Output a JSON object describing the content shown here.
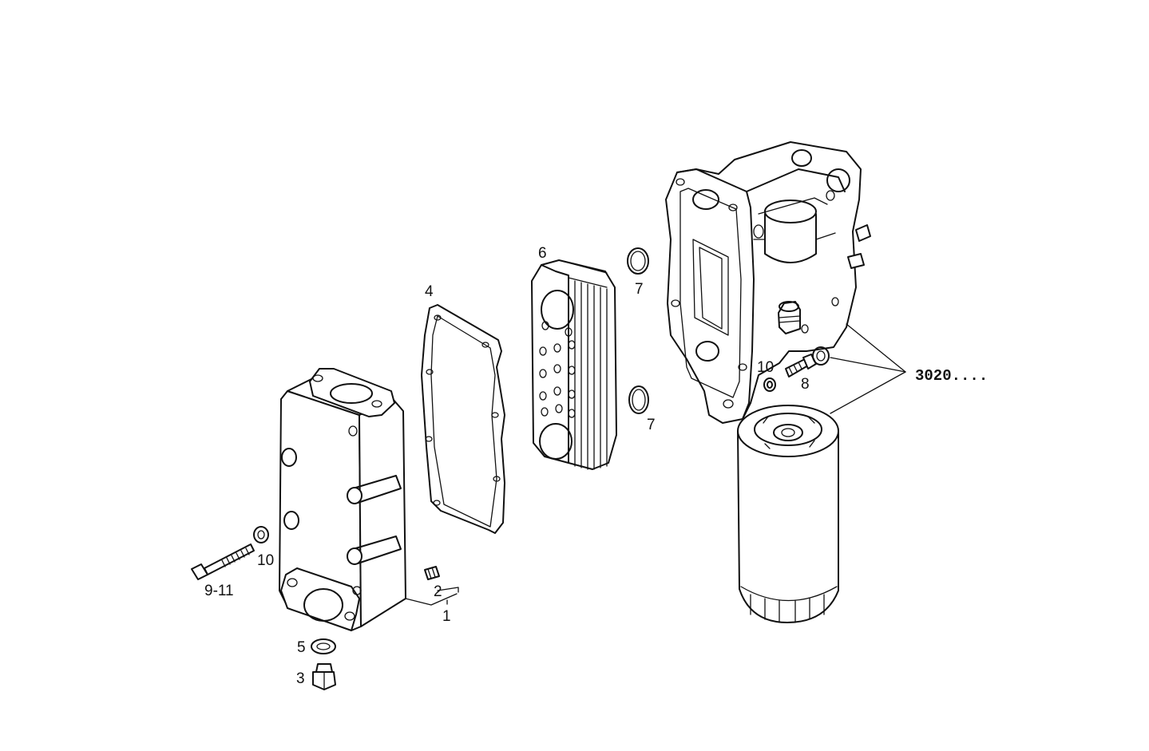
{
  "labels": {
    "part_1": "1",
    "part_2": "2",
    "part_3": "3",
    "part_4": "4",
    "part_5": "5",
    "part_6": "6",
    "part_7_top": "7",
    "part_7_bottom": "7",
    "part_8": "8",
    "part_9_11": "9-11",
    "part_10_left": "10",
    "part_10_right": "10",
    "assembly_3020": "3020...."
  }
}
